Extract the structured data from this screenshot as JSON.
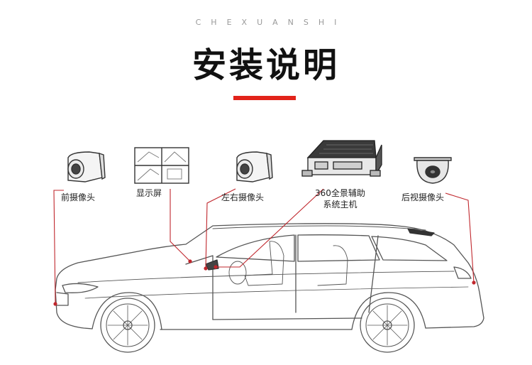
{
  "header": {
    "subtitle": "CHEXUANSHI",
    "title": "安装说明",
    "accent_color": "#e2231a"
  },
  "components": [
    {
      "id": "front-camera",
      "label": "前摄像头",
      "icon": "dome-camera-icon"
    },
    {
      "id": "display",
      "label": "显示屏",
      "icon": "quad-split-screen-icon"
    },
    {
      "id": "side-camera",
      "label": "左右摄像头",
      "icon": "dome-camera-icon"
    },
    {
      "id": "host",
      "label_line1": "360全景辅助",
      "label_line2": "系统主机",
      "icon": "control-box-icon"
    },
    {
      "id": "rear-camera",
      "label": "后视摄像头",
      "icon": "rear-camera-icon"
    }
  ],
  "vehicle": {
    "icon": "station-wagon-icon"
  },
  "leader_line_color": "#c0272d"
}
